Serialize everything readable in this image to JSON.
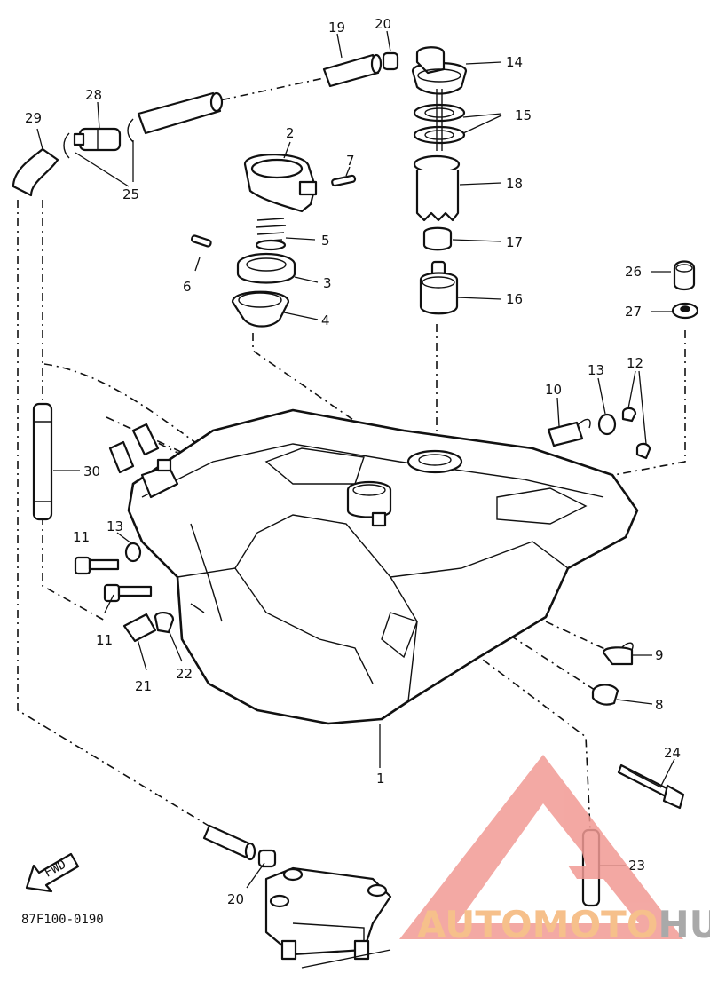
{
  "diagram": {
    "drawing_code": "87F100-0190",
    "direction_marker": "FWD",
    "callouts": {
      "c1": "1",
      "c2": "2",
      "c3": "3",
      "c4": "4",
      "c5": "5",
      "c6": "6",
      "c7": "7",
      "c8": "8",
      "c9": "9",
      "c10": "10",
      "c11a": "11",
      "c11b": "11",
      "c12": "12",
      "c13a": "13",
      "c13b": "13",
      "c14": "14",
      "c15": "15",
      "c16": "16",
      "c17": "17",
      "c18": "18",
      "c19": "19",
      "c20a": "20",
      "c20b": "20",
      "c21": "21",
      "c22": "22",
      "c23": "23",
      "c24": "24",
      "c25": "25",
      "c26": "26",
      "c27": "27",
      "c28": "28",
      "c29": "29",
      "c30": "30"
    }
  },
  "watermark": {
    "brand_accent": "AUTOMOTO",
    "brand_rest": "HUB",
    "accent_color": "#f6c08b",
    "rest_color": "#a9a9a9",
    "logo_color": "#f19a94"
  }
}
